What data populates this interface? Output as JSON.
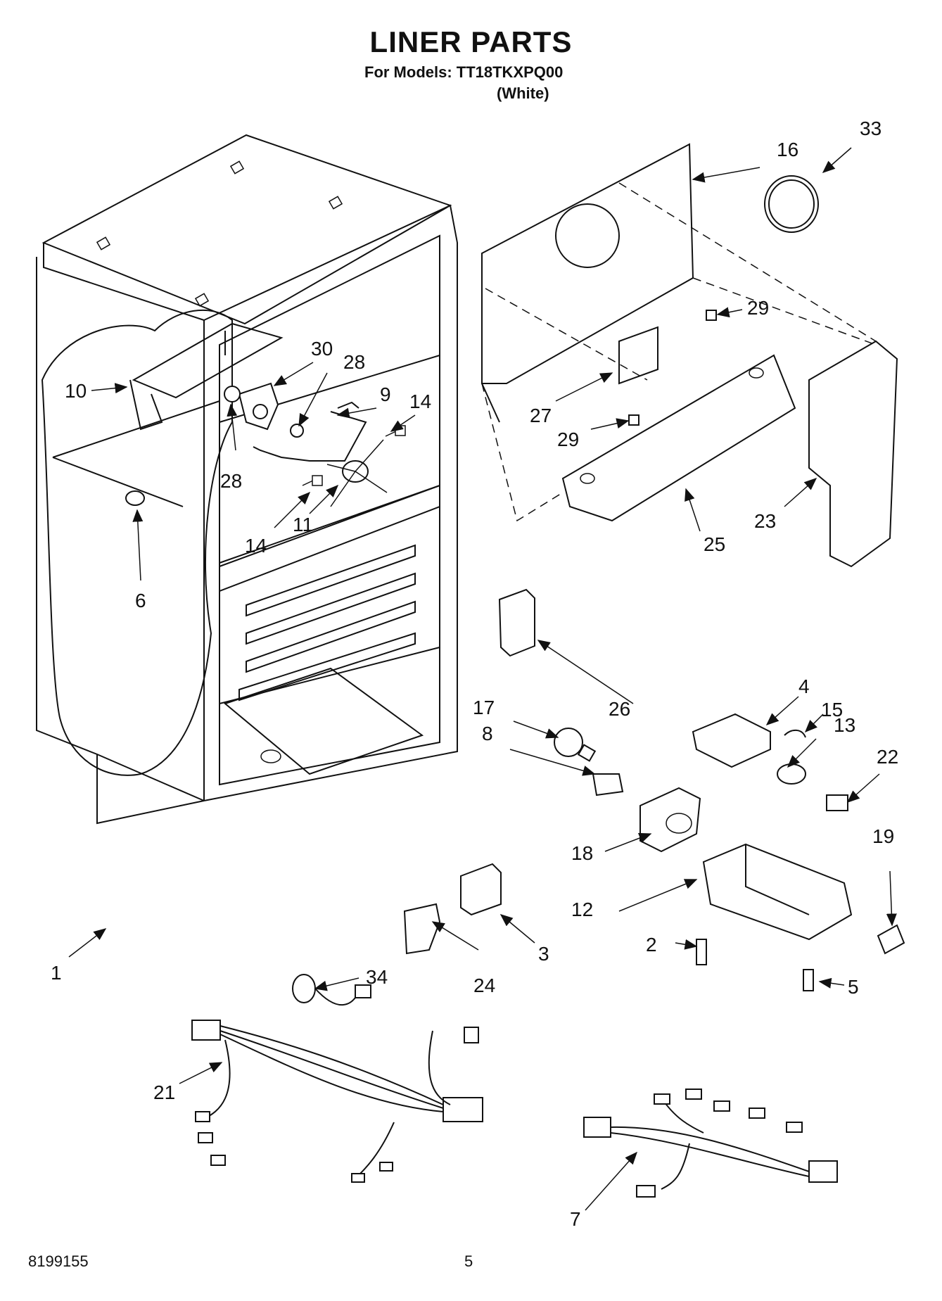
{
  "title": "LINER PARTS",
  "subtitle": "For Models: TT18TKXPQ00",
  "color_note": "(White)",
  "footer": {
    "doc_number": "8199155",
    "page_number": "5"
  },
  "callouts": [
    "1",
    "2",
    "3",
    "4",
    "5",
    "6",
    "7",
    "8",
    "9",
    "10",
    "11",
    "12",
    "13",
    "14",
    "14",
    "15",
    "16",
    "17",
    "18",
    "19",
    "21",
    "22",
    "23",
    "24",
    "25",
    "26",
    "27",
    "28",
    "28",
    "29",
    "29",
    "30",
    "33",
    "34"
  ]
}
